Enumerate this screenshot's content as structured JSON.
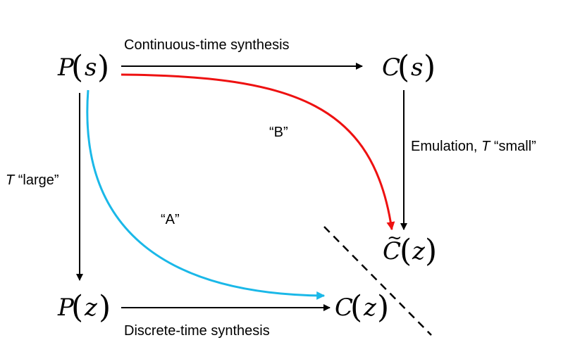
{
  "nodes": {
    "p_s": {
      "symbol": "P",
      "var": "s"
    },
    "c_s": {
      "symbol": "C",
      "var": "s"
    },
    "p_z": {
      "symbol": "P",
      "var": "z"
    },
    "c_z": {
      "symbol": "C",
      "var": "z"
    },
    "c_tilde_z": {
      "symbol": "C",
      "accent": "~",
      "var": "z"
    }
  },
  "edges": {
    "continuous": {
      "label": "Continuous-time synthesis",
      "color": "#000000"
    },
    "discrete": {
      "label": "Discrete-time synthesis",
      "color": "#000000"
    },
    "sampling": {
      "label_var": "T",
      "label_text": " “large”",
      "color": "#000000"
    },
    "emulation": {
      "label_text": "Emulation, ",
      "label_var": "T",
      "label_text2": " “small”",
      "color": "#000000"
    },
    "path_a": {
      "label": "“A”",
      "color": "#1ab8e8"
    },
    "path_b": {
      "label": "“B”",
      "color": "#ee1111"
    }
  },
  "divider": {
    "style": "dashed",
    "color": "#000000"
  }
}
